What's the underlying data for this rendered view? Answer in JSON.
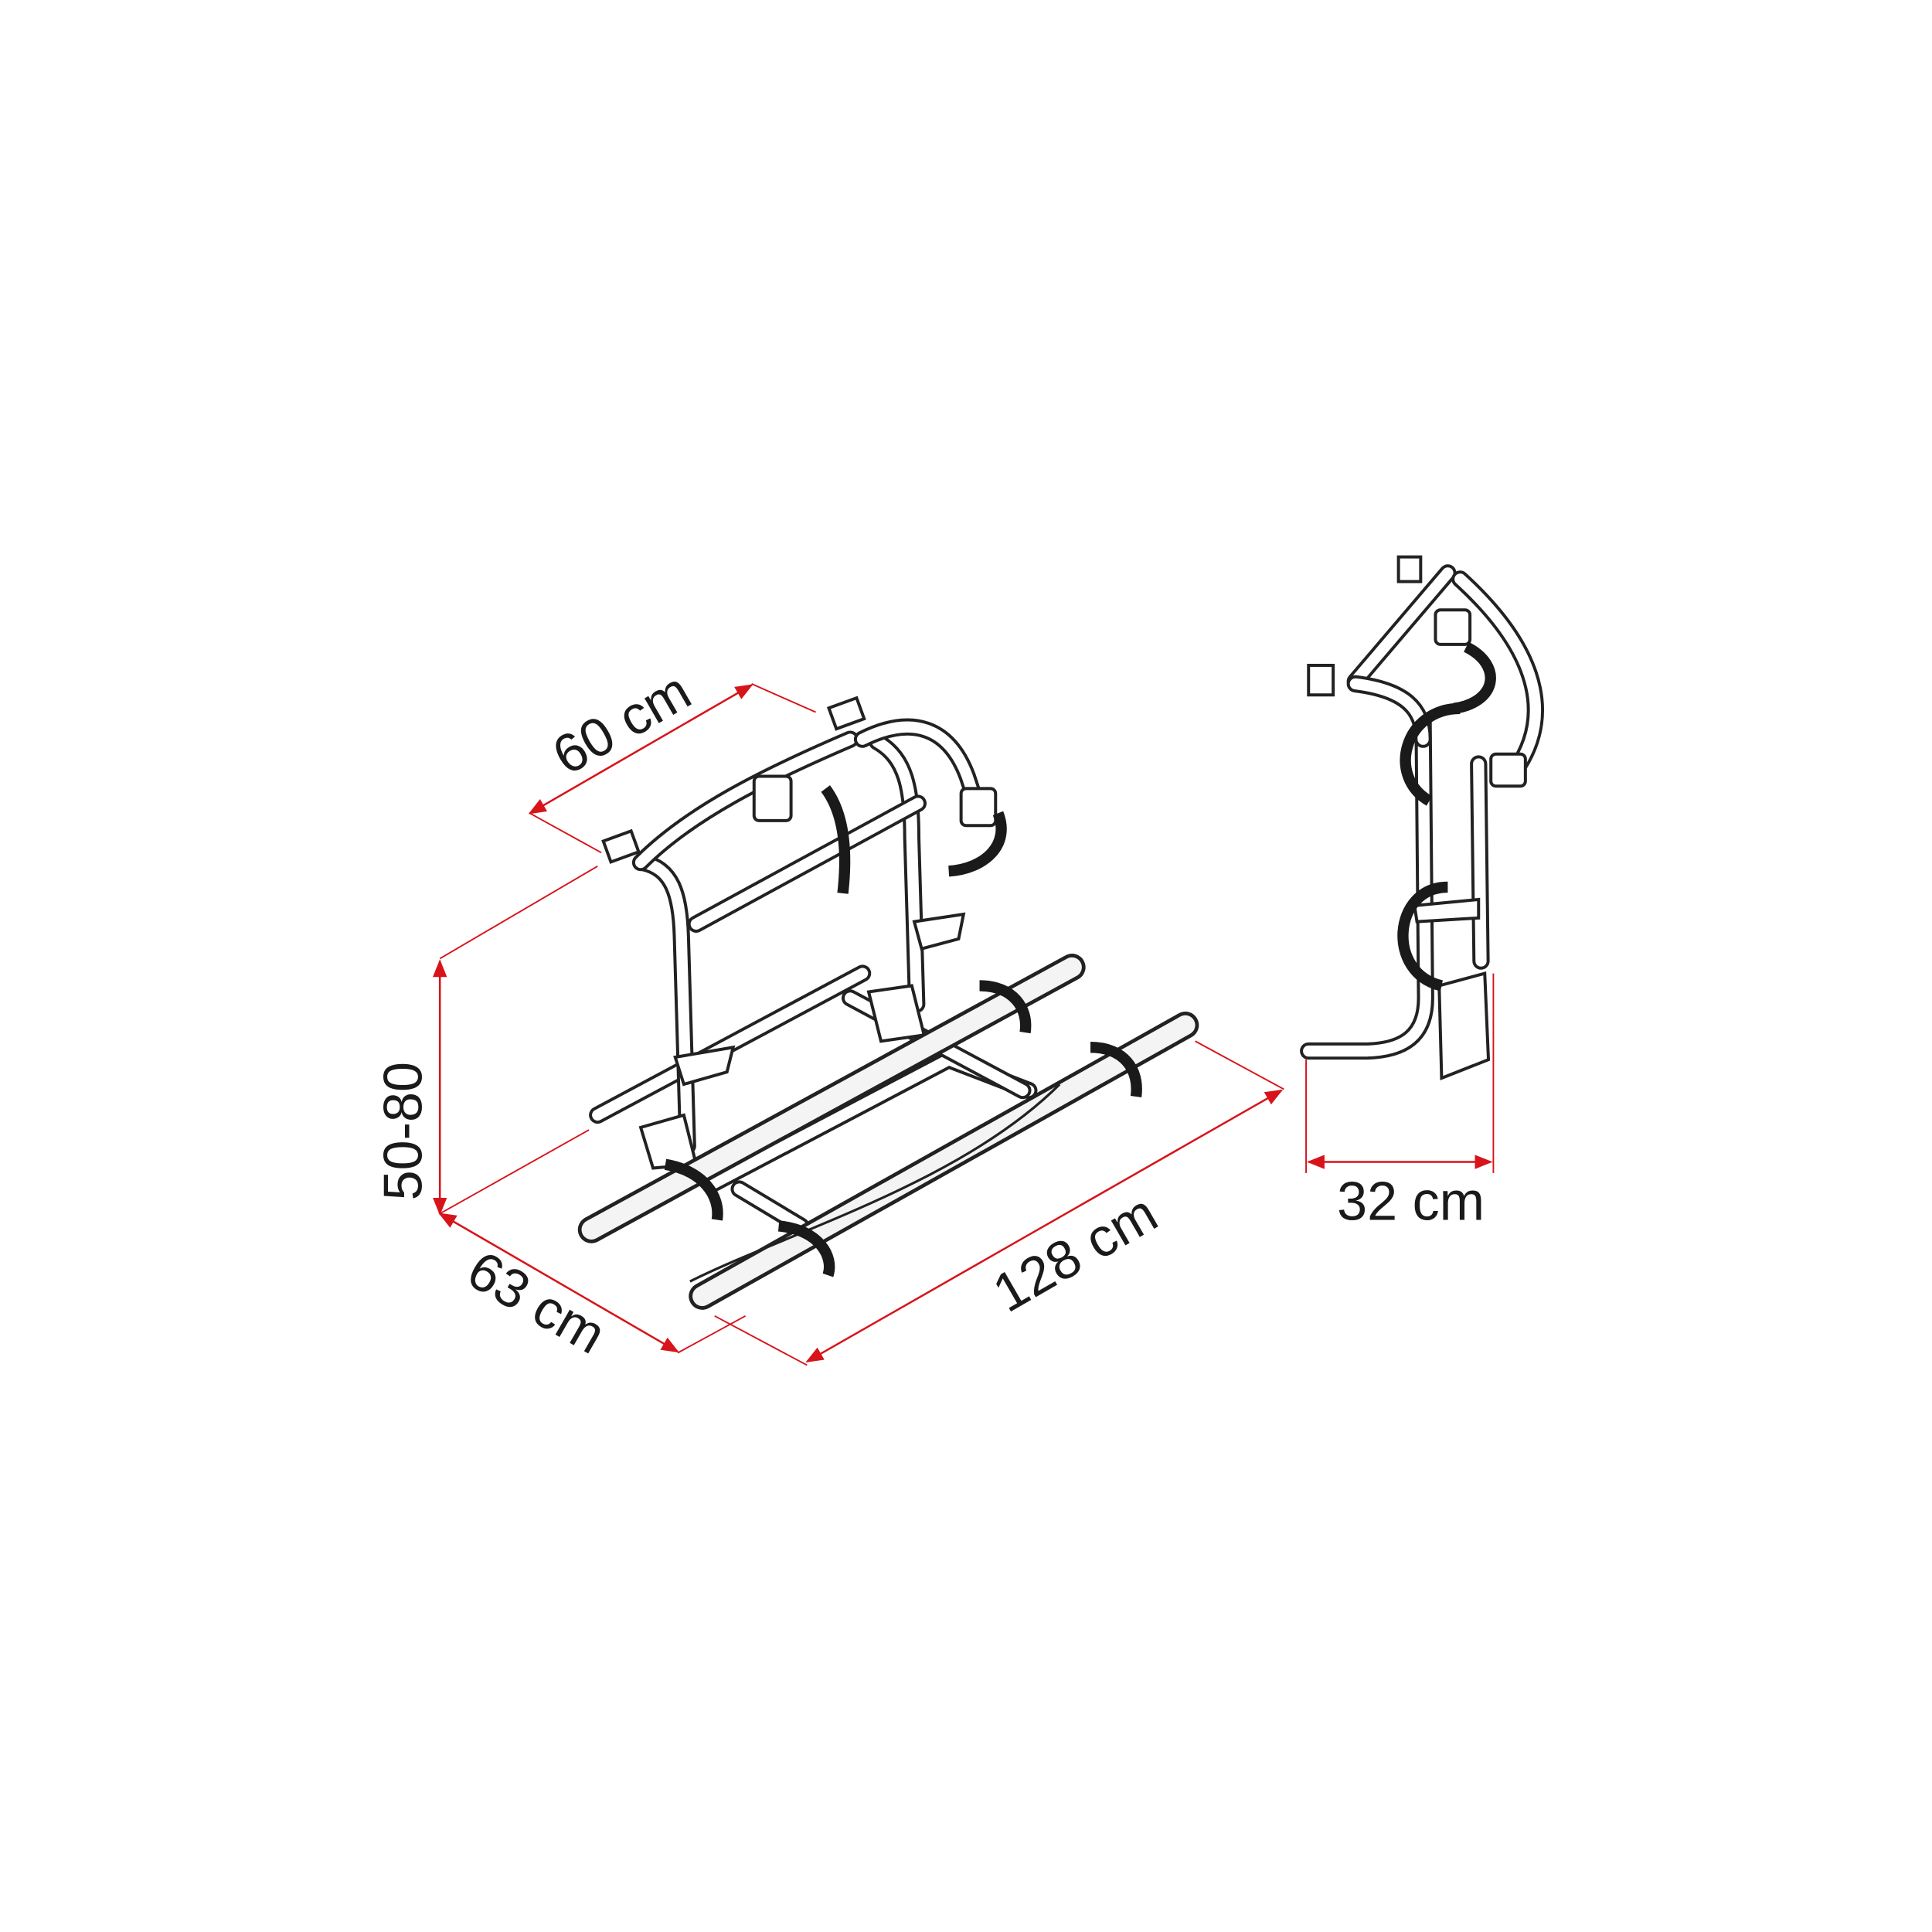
{
  "diagram": {
    "title": "Bike carrier dimensions",
    "accent_color": "#d7141a",
    "dimensions": {
      "top_width": "60 cm",
      "height": "50-80",
      "depth": "63 cm",
      "rail_length": "128 cm",
      "side_depth": "32 cm"
    }
  }
}
